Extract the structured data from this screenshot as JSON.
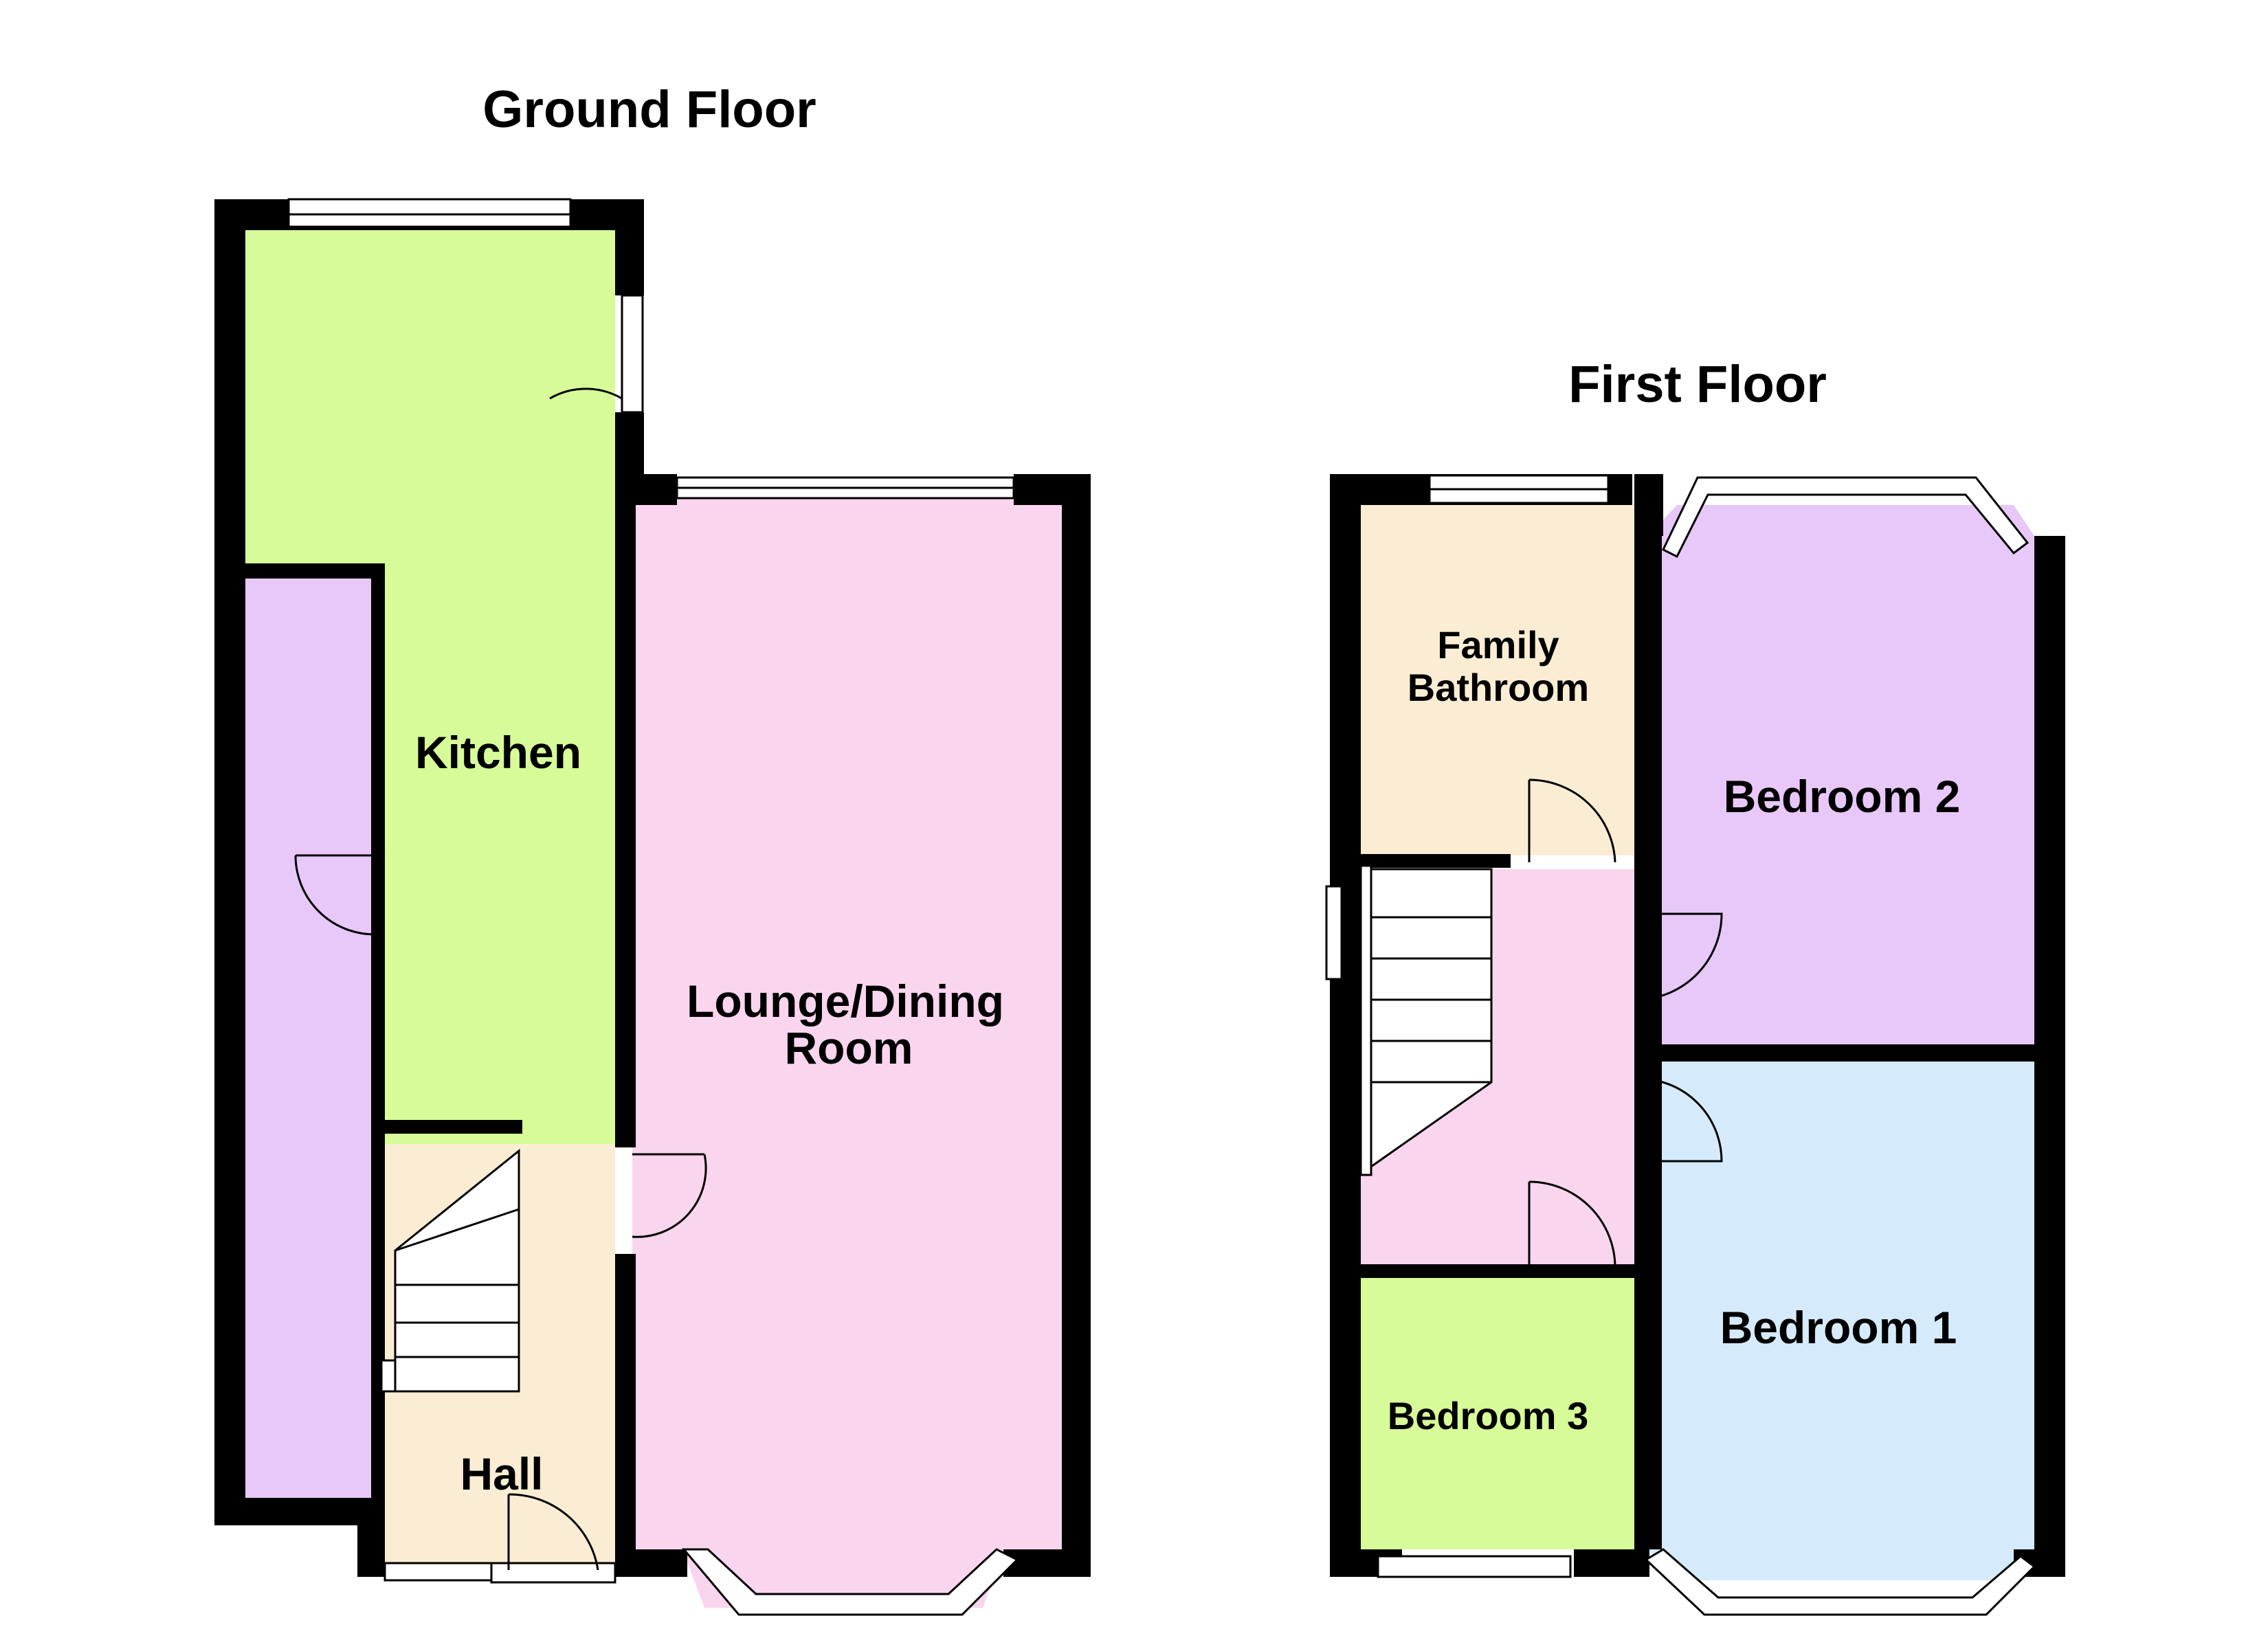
{
  "floors": {
    "ground": {
      "title": "Ground Floor",
      "rooms": {
        "kitchen": {
          "label": "Kitchen",
          "color": "#D6FB98"
        },
        "lounge": {
          "label_line1": "Lounge/Dining",
          "label_line2": "Room",
          "color": "#FAD5EE"
        },
        "hall": {
          "label": "Hall",
          "color": "#FBEDD3"
        },
        "side_store": {
          "color": "#E8C8F8"
        }
      }
    },
    "first": {
      "title": "First Floor",
      "rooms": {
        "bathroom": {
          "label_line1": "Family",
          "label_line2": "Bathroom",
          "color": "#FBEDD3"
        },
        "bedroom2": {
          "label": "Bedroom 2",
          "color": "#E8C8F8"
        },
        "bedroom1": {
          "label": "Bedroom 1",
          "color": "#D5EBFB"
        },
        "bedroom3": {
          "label": "Bedroom 3",
          "color": "#D6FB98"
        },
        "landing": {
          "color": "#FAD5EE"
        }
      }
    }
  }
}
